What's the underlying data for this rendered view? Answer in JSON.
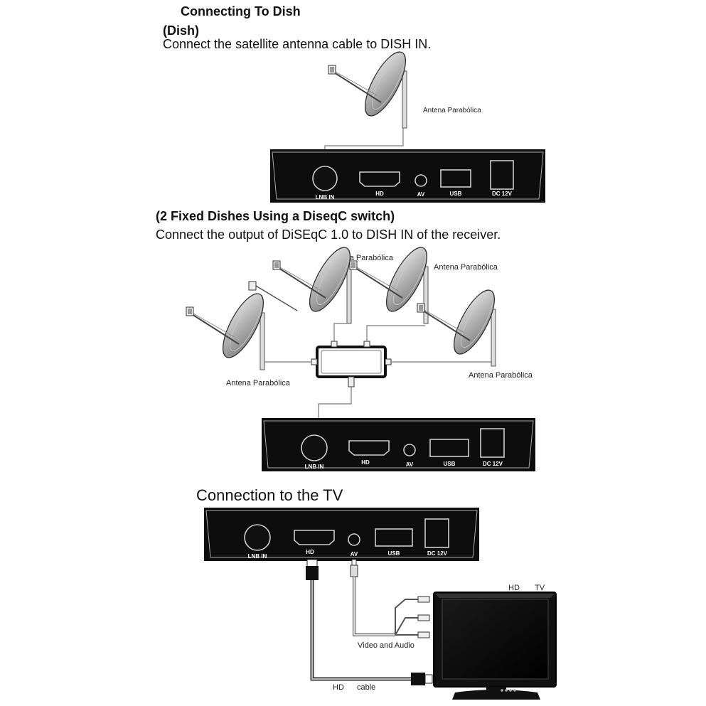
{
  "section1": {
    "title": "Connecting To Dish",
    "subtitle": "(Dish)",
    "instruction": "Connect the satellite antenna cable to DISH IN.",
    "antenna_label": "Antena Parabólica"
  },
  "section2": {
    "title": "(2 Fixed Dishes Using a DiseqC switch)",
    "instruction": "Connect the output of DiSEqC 1.0 to DISH IN of the receiver.",
    "antenna_labels": [
      "Antena Parabólica",
      "Antena Parabólica",
      "Antena Parabólica",
      "Antena Parabólica"
    ]
  },
  "section3": {
    "title": "Connection to the TV",
    "tv_label_hd": "HD",
    "tv_label_tv": "TV",
    "video_audio_label": "Video and Audio",
    "hd_cable_hd": "HD",
    "hd_cable_cable": "cable"
  },
  "receiver_ports": {
    "lnb": "LNB IN",
    "hd": "HD",
    "av": "AV",
    "usb": "USB",
    "dc": "DC 12V"
  },
  "colors": {
    "receiver_body": "#0d0d0d",
    "dish_fill": "#b8b8b8",
    "cable": "#666666"
  }
}
